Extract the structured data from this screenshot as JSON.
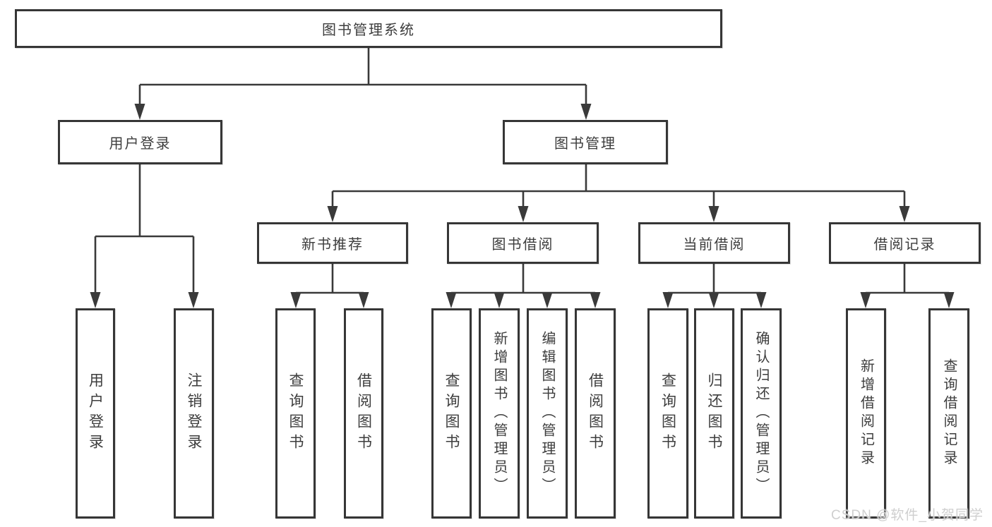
{
  "diagram": {
    "root_label": "图书管理系统",
    "user_login": {
      "label": "用户登录",
      "children": [
        "用户登录",
        "注销登录"
      ]
    },
    "book_mgmt": {
      "label": "图书管理"
    },
    "new_book": {
      "label": "新书推荐",
      "children": [
        "查询图书",
        "借阅图书"
      ]
    },
    "borrow": {
      "label": "图书借阅",
      "children": [
        "查询图书",
        "新增图书（管理员）",
        "编辑图书（管理员）",
        "借阅图书"
      ]
    },
    "current": {
      "label": "当前借阅",
      "children": [
        "查询图书",
        "归还图书",
        "确认归还（管理员）"
      ]
    },
    "records": {
      "label": "借阅记录",
      "children": [
        "新增借阅记录",
        "查询借阅记录"
      ]
    },
    "watermark": "CSDN @软件_小贺同学",
    "colors": {
      "line": "#3a3a3a",
      "border": "#363636",
      "text": "#3d3d3d",
      "watermark": "#cfcfcf",
      "background": "#ffffff"
    }
  }
}
